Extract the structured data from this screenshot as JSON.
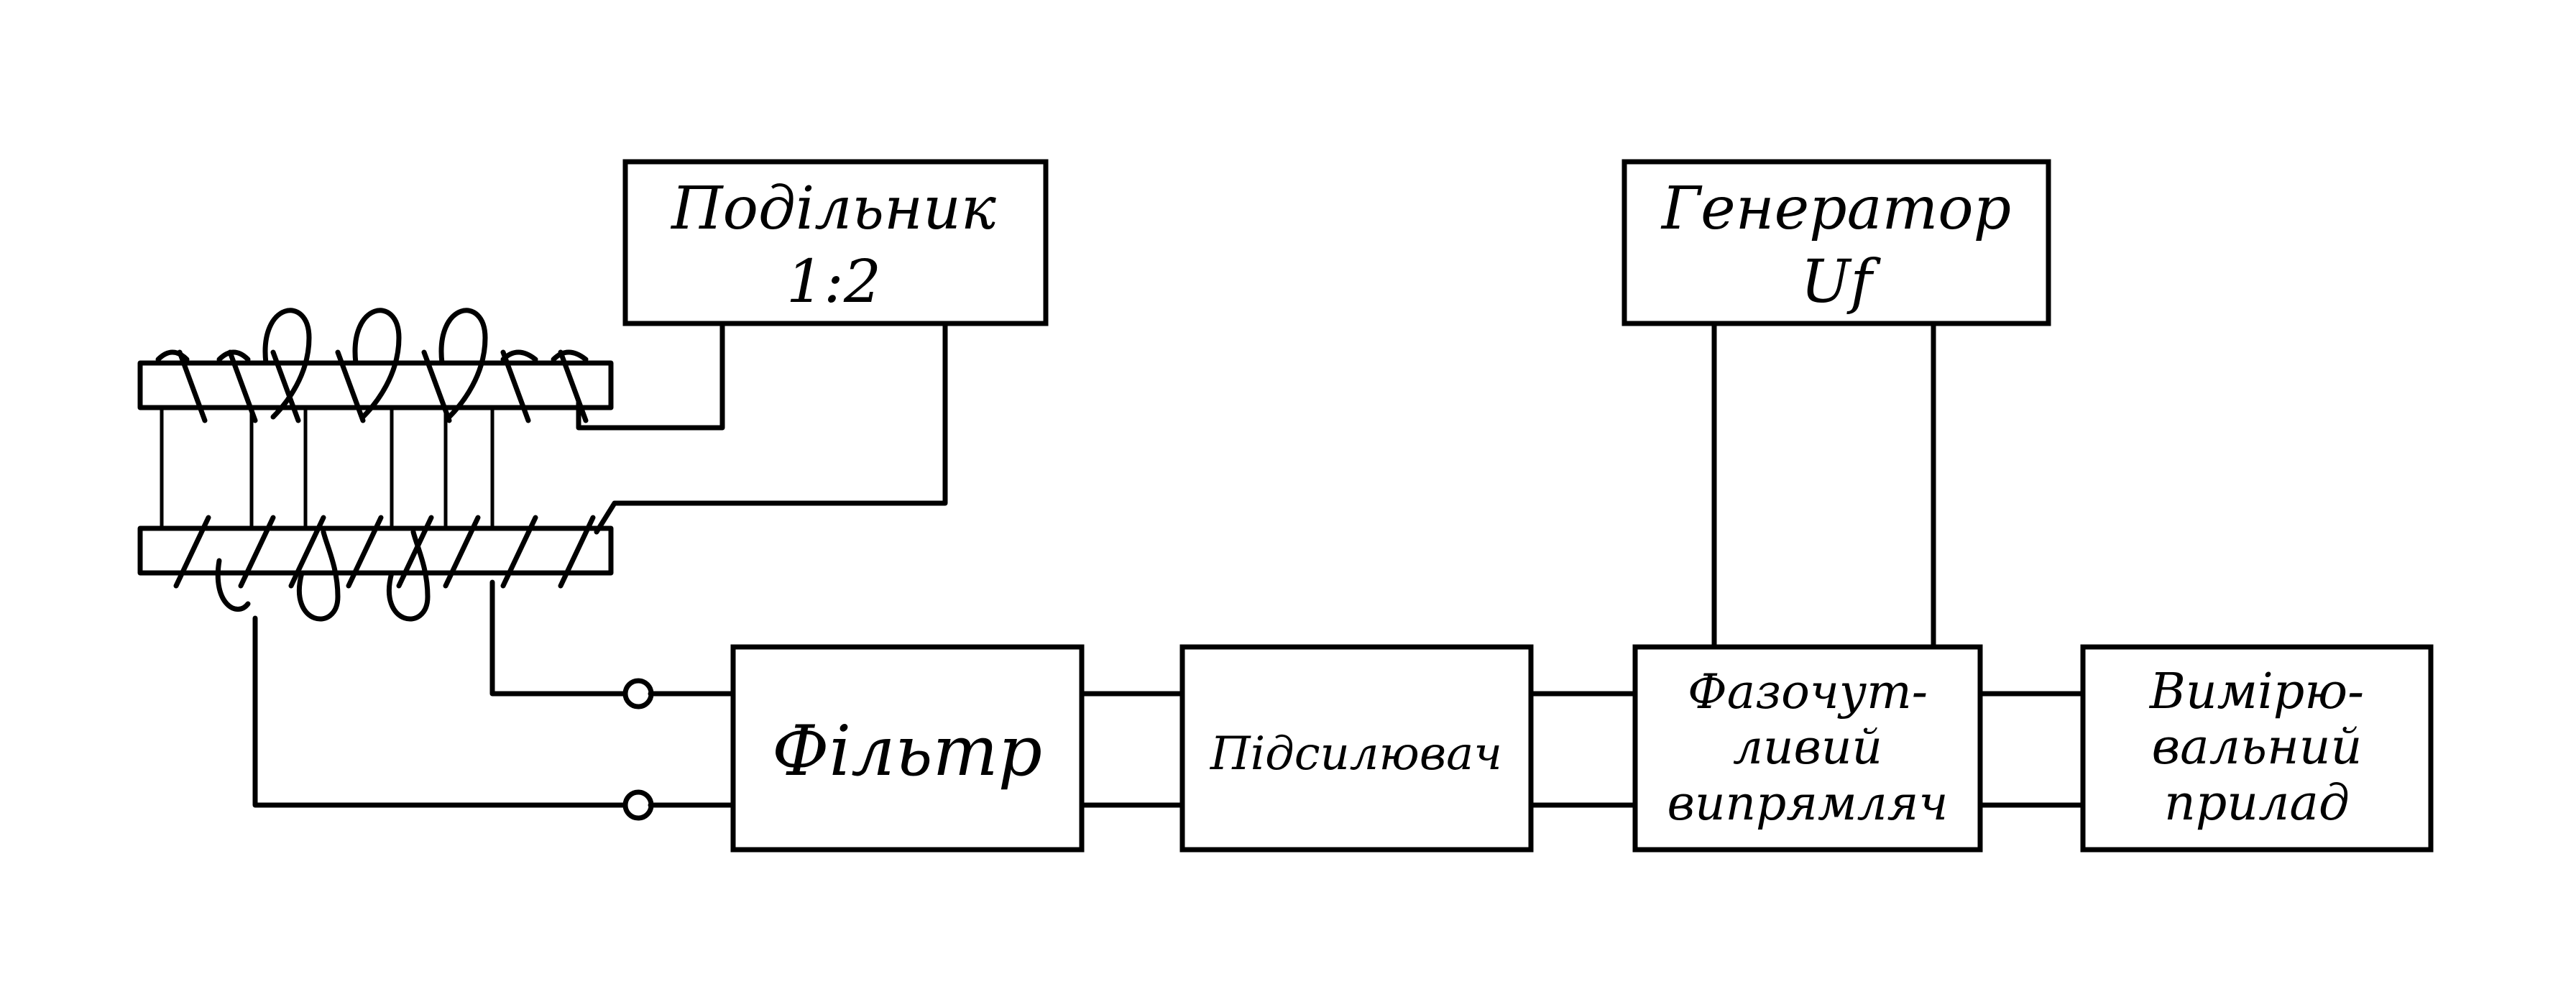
{
  "blocks": {
    "divider": {
      "line1": "Подільник",
      "line2": "1:2"
    },
    "generator": {
      "line1": "Генератор",
      "line2": "Uf"
    },
    "filter": {
      "label": "Фільтр"
    },
    "amplifier": {
      "label": "Підсилювач"
    },
    "rectifier": {
      "line1": "Фазочут-",
      "line2": "ливий",
      "line3": "випрямляч"
    },
    "meter": {
      "line1": "Вимірю-",
      "line2": "вальний",
      "line3": "прилад"
    }
  }
}
